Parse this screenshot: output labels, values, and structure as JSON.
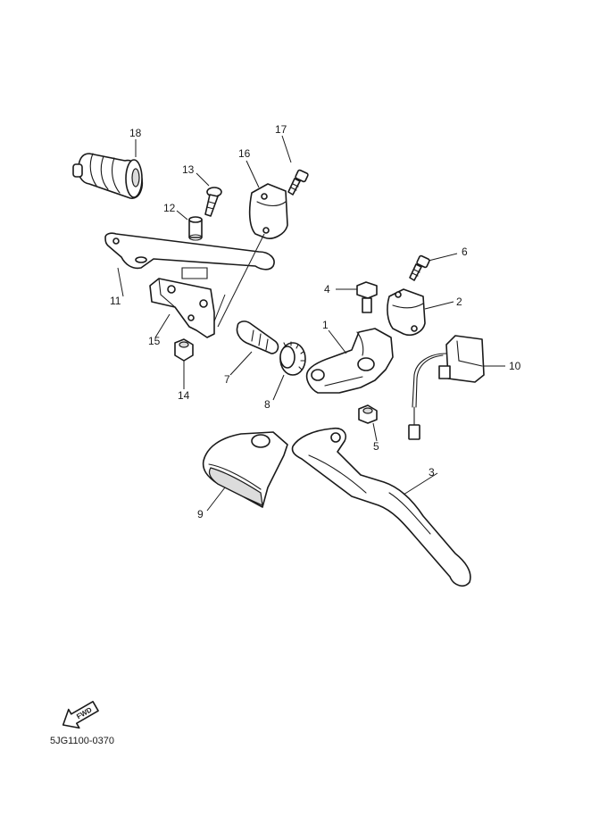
{
  "callouts": {
    "c1": "1",
    "c2": "2",
    "c3": "3",
    "c4": "4",
    "c5": "5",
    "c6": "6",
    "c7": "7",
    "c8": "8",
    "c9": "9",
    "c10": "10",
    "c11": "11",
    "c12": "12",
    "c13": "13",
    "c14": "14",
    "c15": "15",
    "c16": "16",
    "c17": "17",
    "c18": "18"
  },
  "fwd_label": "FWD",
  "diagram_code": "5JG1100-0370",
  "colors": {
    "line": "#1a1a1a",
    "background": "#ffffff",
    "shade": "#dcdcdc"
  }
}
